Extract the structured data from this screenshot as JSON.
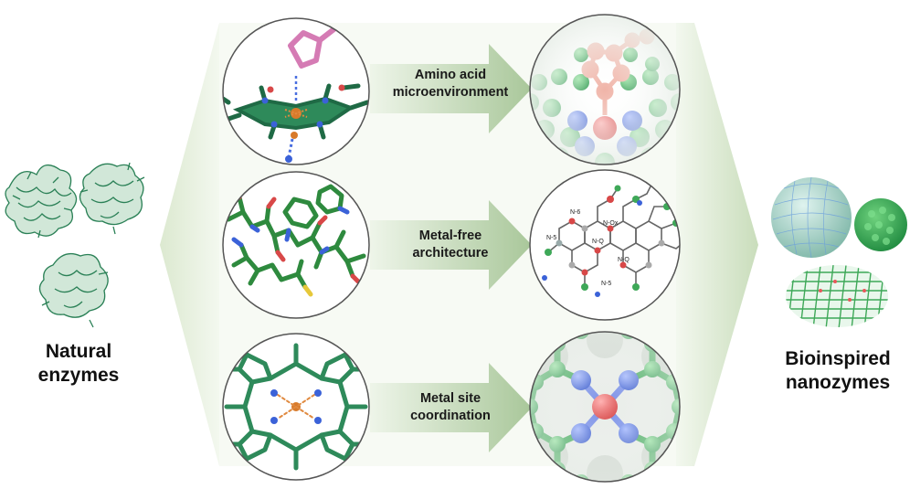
{
  "colors": {
    "enzyme_green": "#1f7a4d",
    "atom_green": "#3fae5f",
    "atom_blue": "#4a6fe0",
    "atom_red": "#e8585a",
    "amino_pink": "#d57bb4",
    "iron_orange": "#d87a2a",
    "arrow_green": "#cfe0c2",
    "circle_border": "#555555"
  },
  "left": {
    "label_line1": "Natural",
    "label_line2": "enzymes"
  },
  "right": {
    "label_line1": "Bioinspired",
    "label_line2": "nanozymes"
  },
  "rows": [
    {
      "label_line1": "Amino acid",
      "label_line2": "microenvironment"
    },
    {
      "label_line1": "Metal-free",
      "label_line2": "architecture"
    },
    {
      "label_line1": "Metal site",
      "label_line2": "coordination"
    }
  ],
  "molecule_labels": [
    "N-6",
    "N-Ox",
    "N-Q",
    "N-5",
    "N-Q",
    "N-5"
  ]
}
